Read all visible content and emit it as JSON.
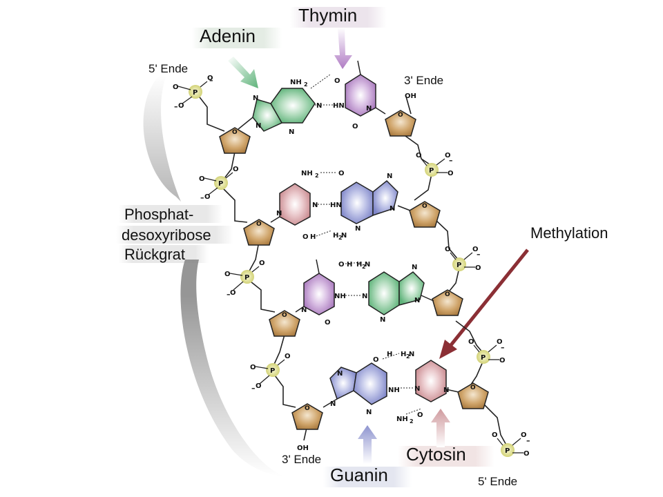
{
  "labels": {
    "thymin": "Thymin",
    "adenin": "Adenin",
    "guanin": "Guanin",
    "cytosin": "Cytosin",
    "methylation": "Methylation",
    "backbone_line1": "Phosphat-",
    "backbone_line2": "desoxyribose",
    "backbone_line3": "Rückgrat",
    "end5_top": "5' Ende",
    "end3_top": "3' Ende",
    "end3_bottom": "3' Ende",
    "end5_bottom": "5' Ende"
  },
  "atoms": {
    "n": "N",
    "o": "O",
    "p": "P",
    "oh": "OH",
    "nh": "NH",
    "hn": "HN",
    "nh2": "NH",
    "h2n": "H N",
    "sub2": "2",
    "h": "H",
    "minus": "–"
  },
  "colors": {
    "adenine": "#5fb37a",
    "thymine": "#b07cc4",
    "guanine": "#7f86c9",
    "cytosine": "#c98a8f",
    "sugar": "#b58a4e",
    "phosphate": "#d2d276",
    "methylation_arrow": "#8b2f35"
  }
}
